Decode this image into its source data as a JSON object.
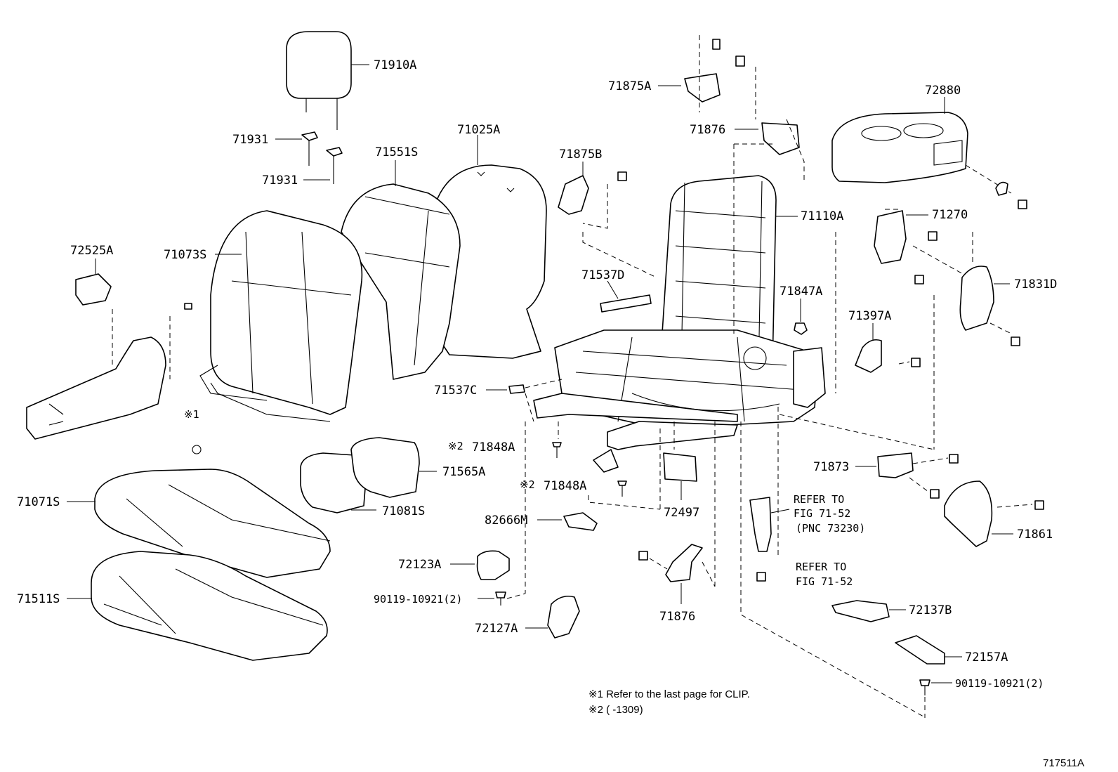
{
  "diagram": {
    "id": "717511A",
    "labels": {
      "l71910A": "71910A",
      "l71931a": "71931",
      "l71931b": "71931",
      "l71551S": "71551S",
      "l71025A": "71025A",
      "l72525A": "72525A",
      "l71073S": "71073S",
      "l71565A": "71565A",
      "l71081S": "71081S",
      "l71071S": "71071S",
      "l71511S": "71511S",
      "l71875A": "71875A",
      "l71876a": "71876",
      "l71875B": "71875B",
      "l72880": "72880",
      "l71110A": "71110A",
      "l71270": "71270",
      "l71537D": "71537D",
      "l71847A": "71847A",
      "l71831D": "71831D",
      "l71397A": "71397A",
      "l71537C": "71537C",
      "l71848Aa": "71848A",
      "l71848Ab": "71848A",
      "l82666M": "82666M",
      "l72497": "72497",
      "l71873": "71873",
      "l71861": "71861",
      "l72123A": "72123A",
      "l90119a": "90119-10921(2)",
      "l72127A": "72127A",
      "l71876b": "71876",
      "l72137B": "72137B",
      "l72157A": "72157A",
      "l90119b": "90119-10921(2)",
      "ref1a": "REFER TO",
      "ref1b": "FIG 71-52",
      "ref1c": "(PNC 73230)",
      "ref2a": "REFER TO",
      "ref2b": "FIG 71-52",
      "mark1": "※1",
      "mark2a": "※2",
      "mark2b": "※2"
    },
    "notes": {
      "n1": "※1 Refer to the last page for CLIP.",
      "n2": "※2 (       -1309)"
    }
  }
}
